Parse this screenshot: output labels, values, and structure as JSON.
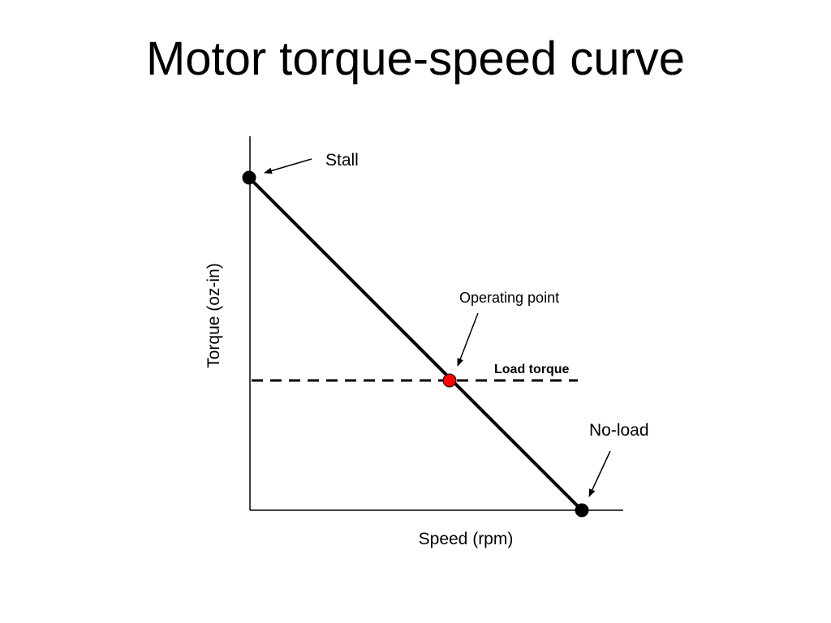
{
  "title": "Motor torque-speed curve",
  "axes": {
    "x_label": "Speed (rpm)",
    "y_label": "Torque (oz-in)"
  },
  "annotations": {
    "stall": "Stall",
    "operating_point": "Operating point",
    "load_torque": "Load torque",
    "no_load": "No-load"
  },
  "colors": {
    "line": "#000000",
    "operating_point": "#ff0000"
  }
}
